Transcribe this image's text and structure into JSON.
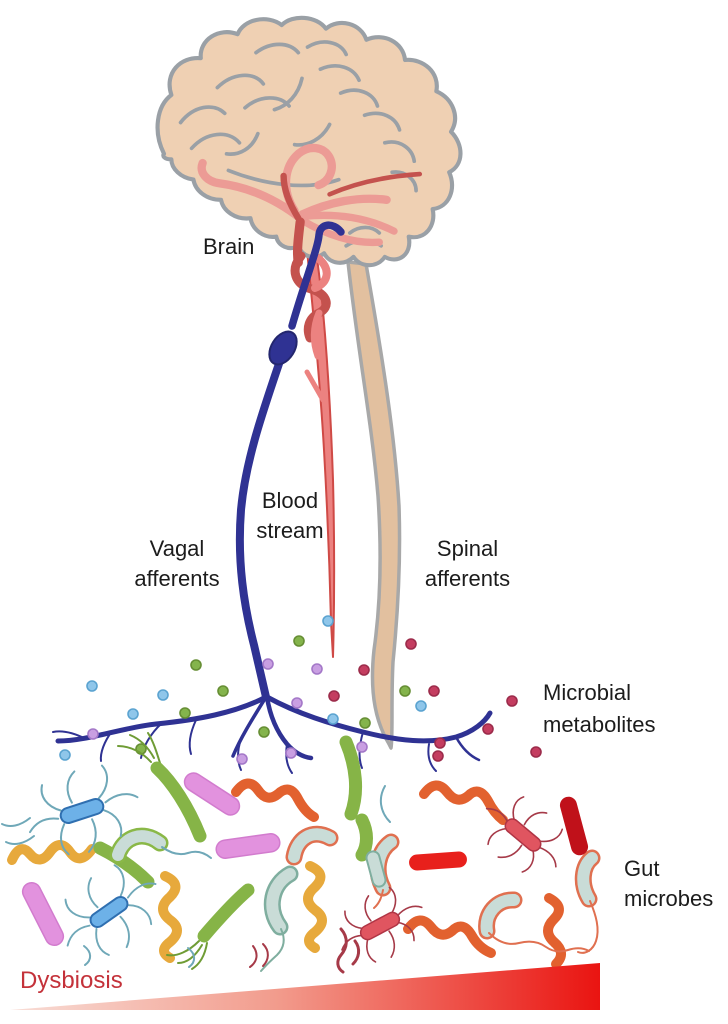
{
  "labels": {
    "brain": "Brain",
    "vagal_afferents": [
      "Vagal",
      "afferents"
    ],
    "blood_stream": [
      "Blood",
      "stream"
    ],
    "spinal_afferents": [
      "Spinal",
      "afferents"
    ],
    "microbial_metabolites": [
      "Microbial",
      "metabolites"
    ],
    "gut_microbes": [
      "Gut",
      "microbes"
    ],
    "dysbiosis": "Dysbiosis"
  },
  "colors": {
    "label_text": "#1c1c1c",
    "dysbiosis_text": "#c4323a",
    "nerve": "#2f3293",
    "nerve_dark": "#23266e",
    "vessel_fill": "#ec8280",
    "vessel_outline": "#cf4a46",
    "artery": "#ec9b95",
    "artery_dark": "#c4524e",
    "spine_fill": "#e2c09f",
    "spine_outline": "#a8a8a8",
    "brain_fill": "#efd0b3",
    "brain_outline": "#9aa0a6",
    "dot_blue": "#8fc6ea",
    "dot_blue_edge": "#5ba3d0",
    "dot_green": "#84b44c",
    "dot_green_edge": "#668e34",
    "dot_purple": "#c99fe2",
    "dot_purple_edge": "#a478c8",
    "dot_red": "#c43d60",
    "dot_red_edge": "#9c2c4b",
    "microbe_blue": "#6db1e8",
    "microbe_blue_edge": "#2f6fb0",
    "microbe_pink": "#e292de",
    "microbe_pink_edge": "#d27cce",
    "microbe_orange": "#e2612f",
    "microbe_gold": "#e7a93c",
    "microbe_green": "#86b447",
    "microbe_green_dark": "#6f9c35",
    "microbe_teal": "#c9dcd7",
    "microbe_teal_edge": "#7fae9f",
    "microbe_teal_edge_green": "#8ab847",
    "microbe_teal_edge_red": "#e07050",
    "microbe_red": "#e8201c",
    "microbe_darkred": "#c0111a",
    "microbe_rose": "#e05560",
    "microbe_rose_edge": "#b03545",
    "flagella_teal": "#6fa8b8",
    "flagella_darkred": "#a63a48",
    "grad_start": "#f8ddd6",
    "grad_mid": "#f29c8d",
    "grad_end": "#ea1411"
  }
}
